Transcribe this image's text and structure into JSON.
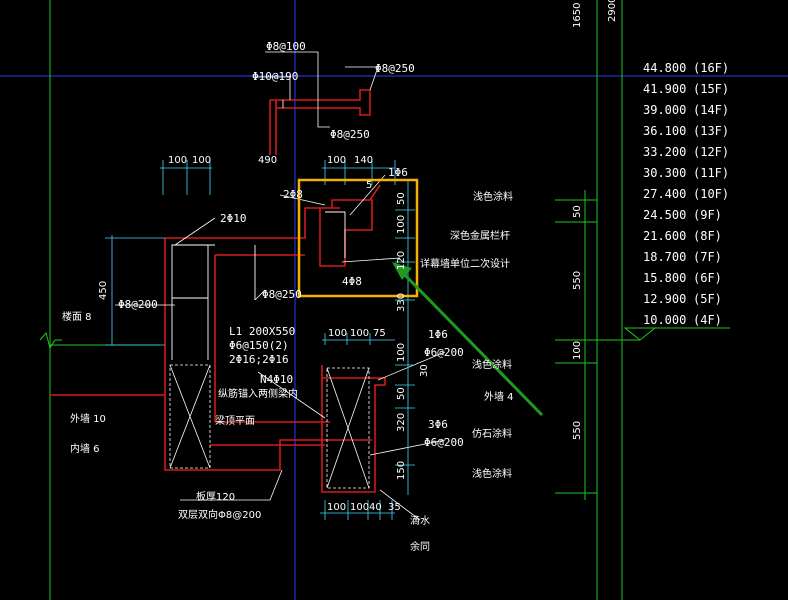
{
  "colors": {
    "background": "#000000",
    "axis_blue": "#2a3cff",
    "structure_red": "#d41a1a",
    "dim_cyan": "#3fd6ff",
    "dim_green": "#1ec81e",
    "highlight_yellow": "#f5b100",
    "arrow_green": "#1f9a1f",
    "text": "#ffffff"
  },
  "top_dims": {
    "d1650": "1650",
    "d2900": "2900"
  },
  "rebar_labels": {
    "r1": "Φ8@100",
    "r2": "Φ10@190",
    "r3": "Φ8@250",
    "r4": "Φ8@250",
    "r5": "2Φ8",
    "r6": "1Φ6",
    "r7": "2Φ10",
    "r8": "Φ8@200",
    "r9": "4Φ8",
    "r10": "Φ8@250",
    "r11": "1Φ6",
    "r12": "Φ6@200",
    "r13": "3Φ6",
    "r14": "Φ6@200"
  },
  "dims": {
    "h100a": "100",
    "h100b": "100",
    "h490": "490",
    "h100c": "100",
    "h140": "140",
    "v5": "5",
    "v50a": "50",
    "v100a": "100",
    "v120": "120",
    "v330": "330",
    "v450": "450",
    "b100a": "100",
    "b100b": "100",
    "b75": "75",
    "v100b": "100",
    "v30": "30",
    "v50b": "50",
    "v320": "320",
    "v150": "150",
    "f100a": "100",
    "f100b": "100",
    "f40": "40",
    "f35": "35",
    "g50": "50",
    "g550a": "550",
    "g100": "100",
    "g550b": "550"
  },
  "notes": {
    "beam": "L1 200X550",
    "stirrup": "Φ6@150(2)",
    "bars": "2Φ16;2Φ16",
    "n4": "N4Φ10",
    "n4_note": "纵筋锚入两侧梁内",
    "beam_level": "梁顶平面",
    "slab": "板厚120",
    "slab_bar": "双层双向Φ8@200",
    "floor_finish": "楼面 8",
    "outer_wall": "外墙 10",
    "inner_wall": "内墙 6",
    "paint1": "浅色涂料",
    "metal_rail": "深色金属栏杆",
    "secondary_design": "详幕墙单位二次设计",
    "paint2": "浅色涂料",
    "wall4": "外墙 4",
    "stone": "仿石涂料",
    "paint3": "浅色涂料",
    "drip": "滴水",
    "same": "余同"
  },
  "elevations": [
    {
      "value": "44.800",
      "floor": "(16F)"
    },
    {
      "value": "41.900",
      "floor": "(15F)"
    },
    {
      "value": "39.000",
      "floor": "(14F)"
    },
    {
      "value": "36.100",
      "floor": "(13F)"
    },
    {
      "value": "33.200",
      "floor": "(12F)"
    },
    {
      "value": "30.300",
      "floor": "(11F)"
    },
    {
      "value": "27.400",
      "floor": "(10F)"
    },
    {
      "value": "24.500",
      "floor": "(9F)"
    },
    {
      "value": "21.600",
      "floor": "(8F)"
    },
    {
      "value": "18.700",
      "floor": "(7F)"
    },
    {
      "value": "15.800",
      "floor": "(6F)"
    },
    {
      "value": "12.900",
      "floor": "(5F)"
    },
    {
      "value": "10.000",
      "floor": "(4F)"
    }
  ]
}
